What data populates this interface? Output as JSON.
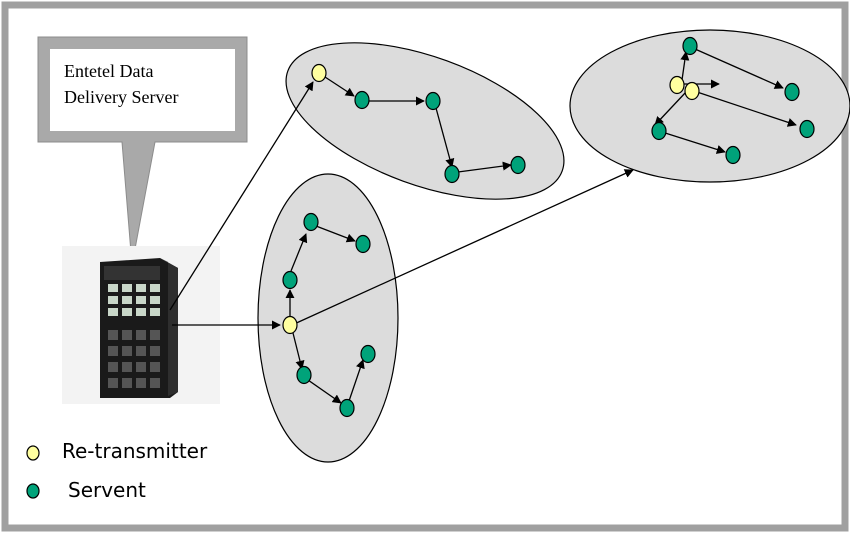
{
  "callout": {
    "line1": "Entetel Data",
    "line2": "Delivery Server"
  },
  "legend": [
    {
      "label": "Re-transmitter",
      "color": "#ffffa0"
    },
    {
      "label": "Servent",
      "color": "#00a37a"
    }
  ],
  "colors": {
    "frame": "#a0a0a0",
    "cluster_fill": "#dcdcdc",
    "edge": "#000000",
    "retransmitter": "#ffffa0",
    "servent": "#00a37a"
  },
  "icons": {
    "server": "server-tower-icon"
  }
}
